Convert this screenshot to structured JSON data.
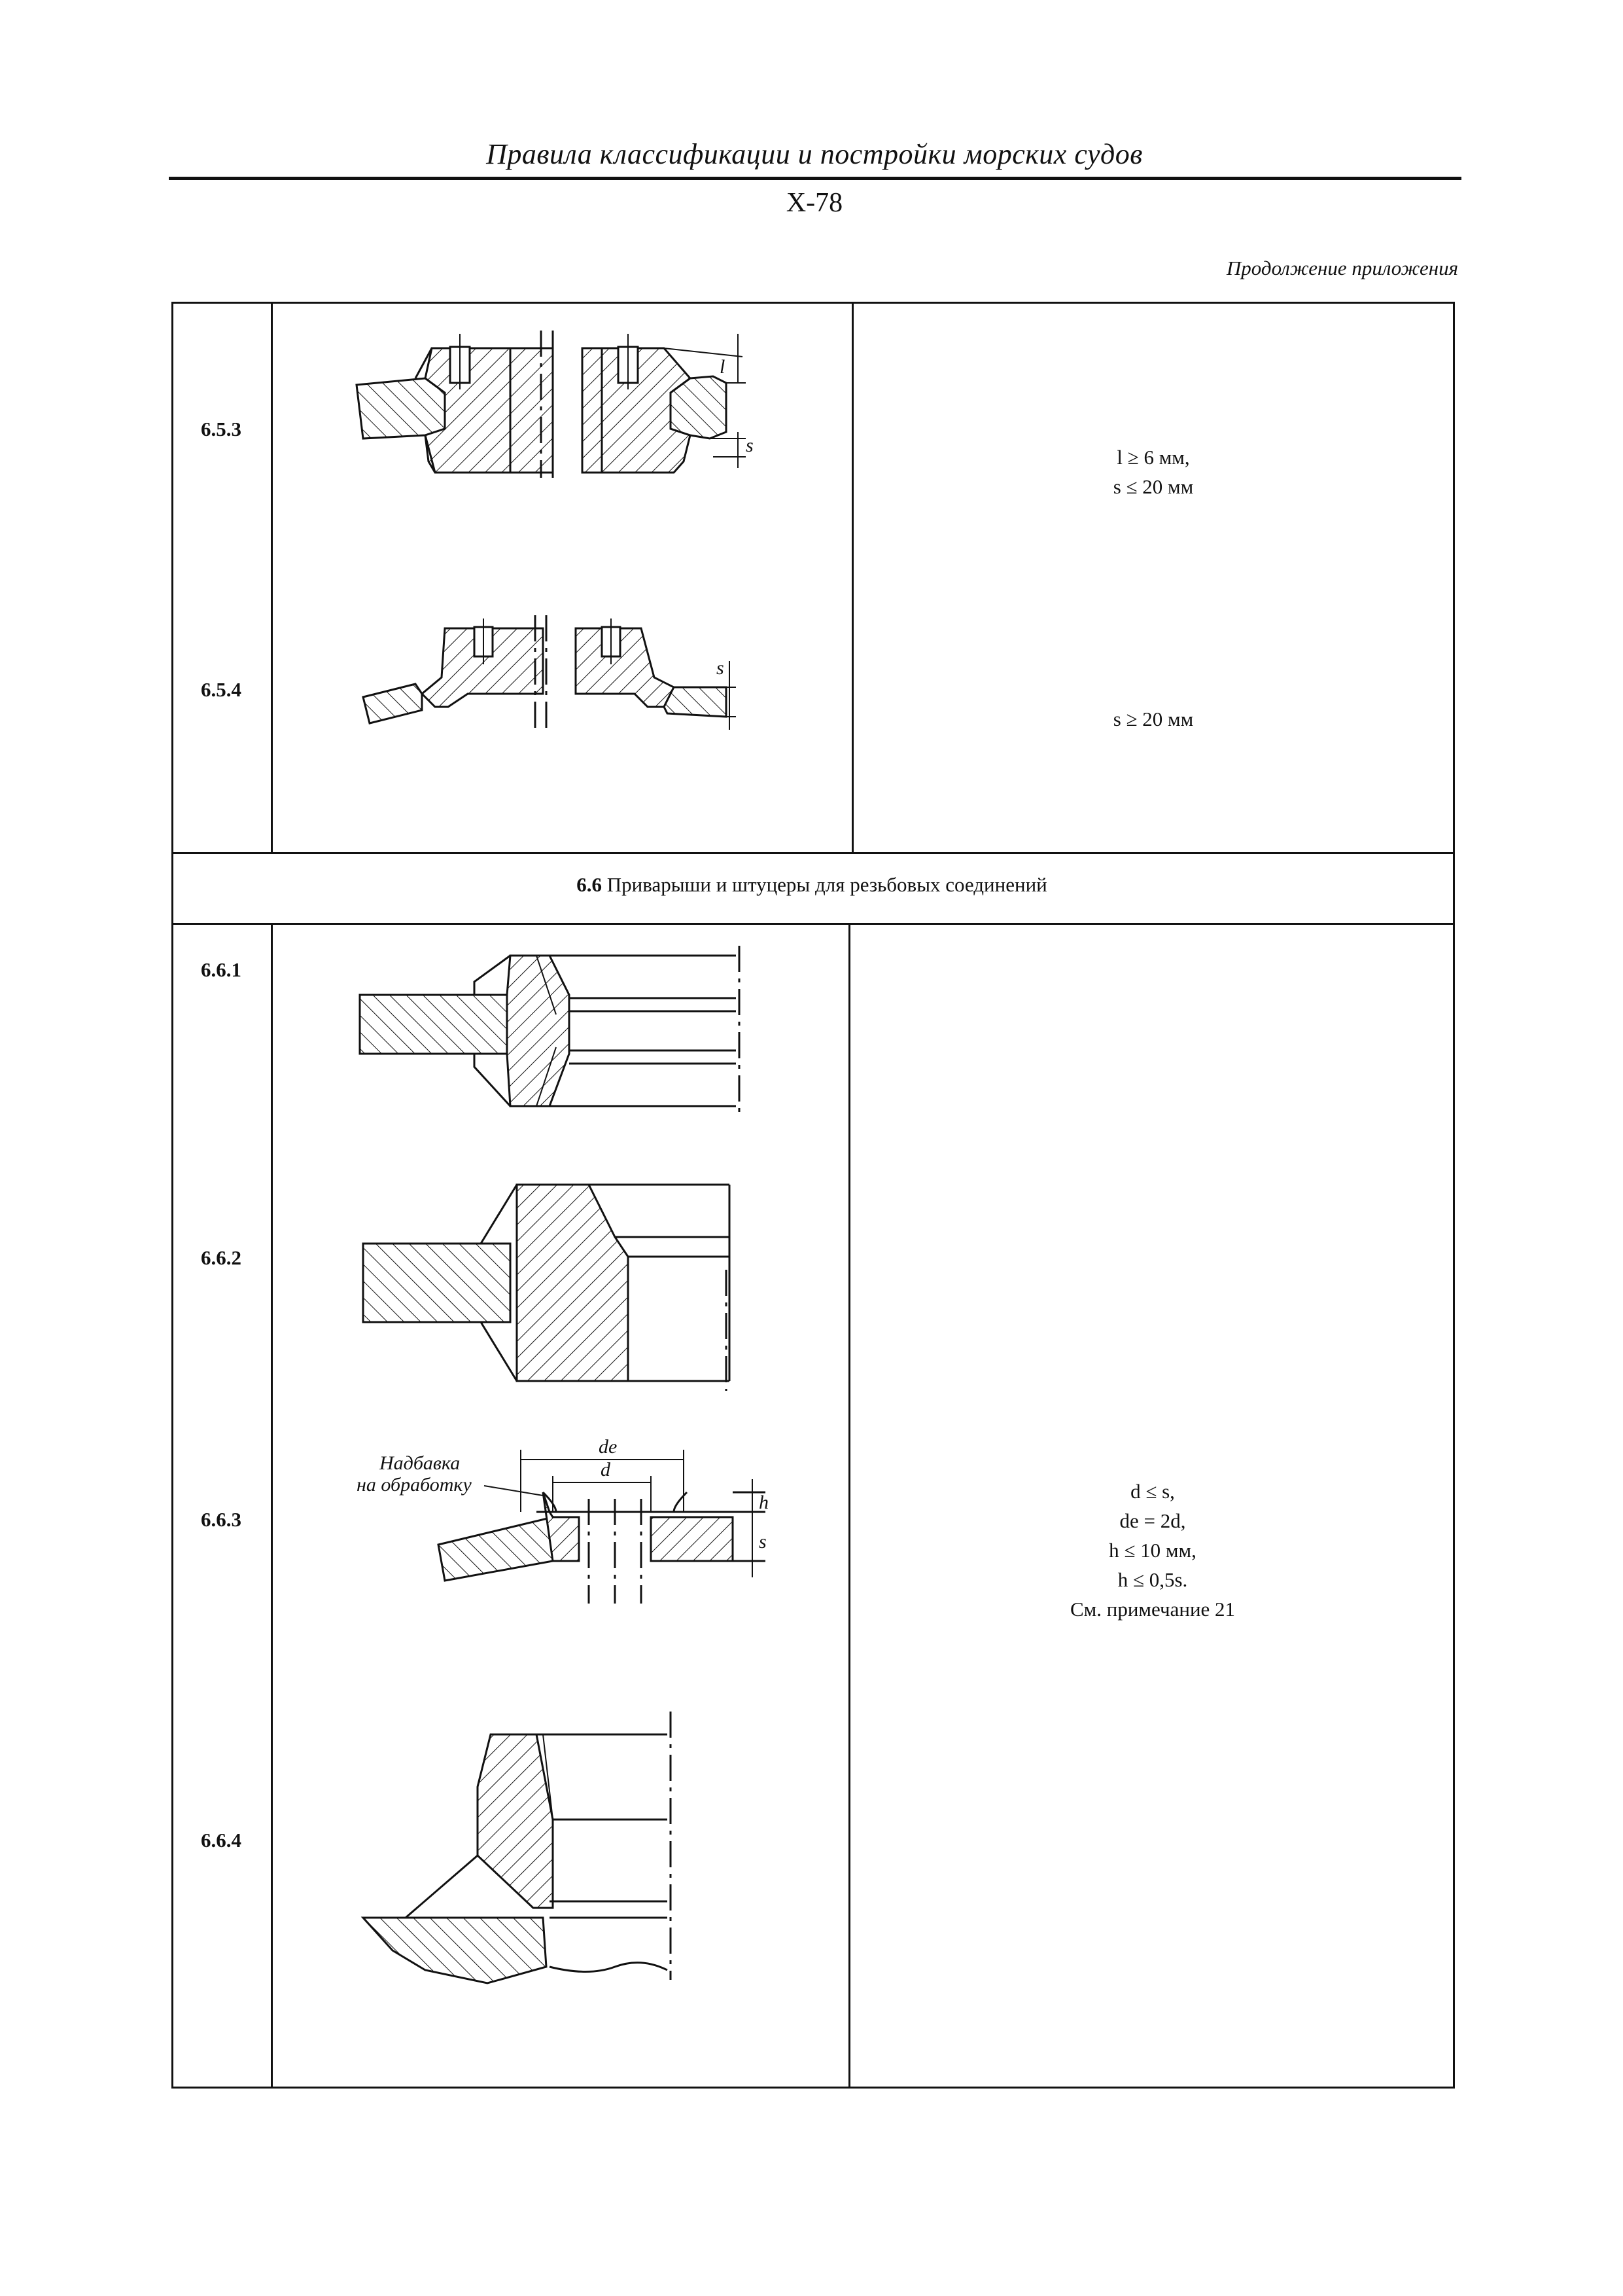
{
  "header": {
    "running_title": "Правила классификации и постройки морских судов",
    "page_number": "X-78",
    "continuation_note": "Продолжение приложения"
  },
  "rows_65": [
    {
      "number": "6.5.3",
      "conditions": [
        "l ≥ 6 мм,",
        "s ≤ 20 мм"
      ],
      "labels": {
        "l": "l",
        "s": "s"
      }
    },
    {
      "number": "6.5.4",
      "conditions": [
        "s ≥ 20 мм"
      ],
      "labels": {
        "s": "s"
      }
    }
  ],
  "section": {
    "number": "6.6",
    "title": "Приварыши и штуцеры для резьбовых соединений"
  },
  "rows_66": [
    {
      "number": "6.6.1"
    },
    {
      "number": "6.6.2"
    },
    {
      "number": "6.6.3",
      "drawing_labels": {
        "allowance_line1": "Надбавка",
        "allowance_line2": "на обработку",
        "de": "de",
        "d": "d",
        "h": "h",
        "s": "s"
      },
      "conditions": [
        "d ≤ s,",
        "de = 2d,",
        "h ≤ 10 мм,",
        "h ≤ 0,5s.",
        "См. примечание 21"
      ]
    },
    {
      "number": "6.6.4"
    }
  ]
}
